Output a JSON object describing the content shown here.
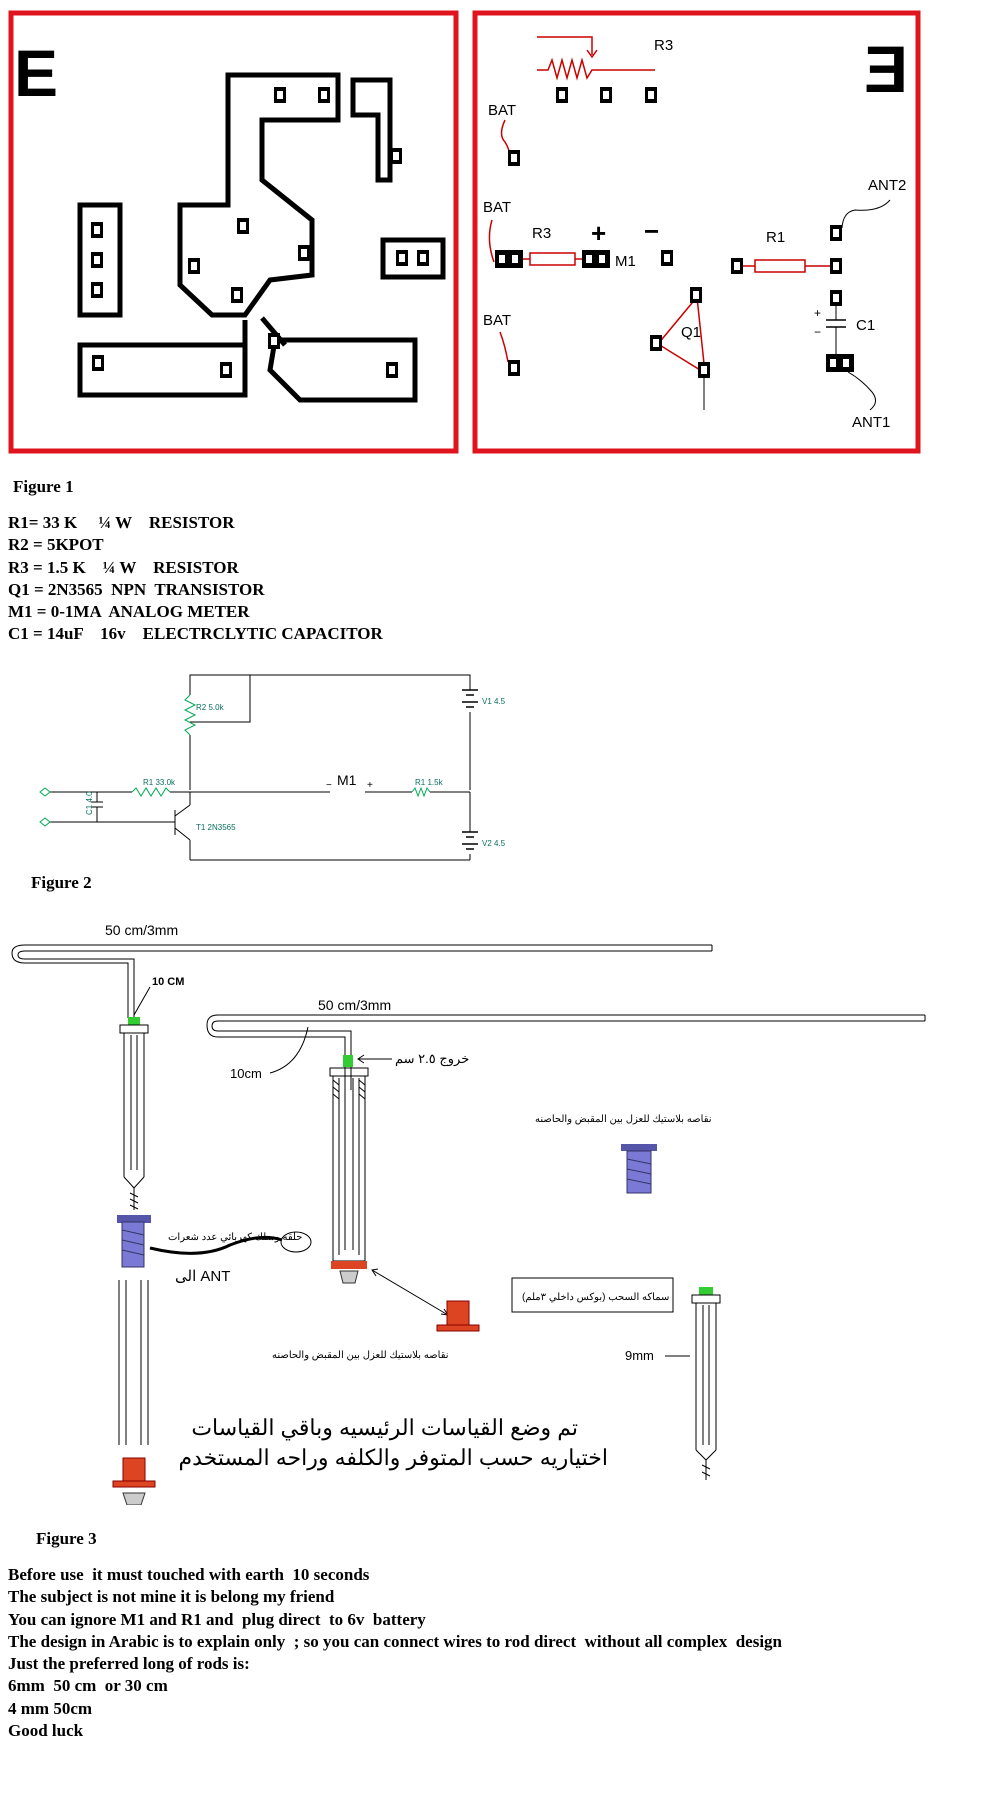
{
  "panel_left": {
    "mark": "E"
  },
  "panel_right": {
    "mark": "Ǝ",
    "labels": {
      "r3_pot": "R3",
      "bat1": "BAT",
      "bat2": "BAT",
      "bat3": "BAT",
      "r3": "R3",
      "plus": "+",
      "minus": "−",
      "m1": "M1",
      "r1": "R1",
      "q1": "Q1",
      "ant2": "ANT2",
      "ant1": "ANT1",
      "c1": "C1",
      "cplus": "+",
      "cminus": "−"
    }
  },
  "figure1_caption": "Figure 1",
  "parts_list": [
    "R1= 33 K     ¼ W    RESISTOR",
    "R2 = 5KPOT",
    "R3 = 1.5 K    ¼ W    RESISTOR",
    "Q1 = 2N3565  NPN  TRANSISTOR",
    "M1 = 0-1MA  ANALOG METER",
    "C1 = 14uF    16v    ELECTRCLYTIC CAPACITOR"
  ],
  "figure2": {
    "caption": "Figure 2",
    "labels": {
      "r2": "R2 5.0k",
      "v1": "V1 4.5",
      "c1": "C1 4.0",
      "r1": "R1 33.0k",
      "m1": "M1",
      "m1_minus": "−",
      "m1_plus": "+",
      "r3": "R1 1.5k",
      "t1": "T1 2N3565",
      "v2": "V2 4.5"
    }
  },
  "figure3": {
    "caption": "Figure 3",
    "labels": {
      "rod1_len": "50 cm/3mm",
      "rod1_bend": "10 CM",
      "rod2_len": "50 cm/3mm",
      "rod2_bend": "10cm",
      "exit": "خروج ٢.٥ سم",
      "spacer_top": "نقاصه بلاستيك للعزل بين المقبض والحاصنه",
      "ring": "حلقه وسلك كهربائي عدد شعرات",
      "ant": "الى ANT",
      "spacer_bottom": "نقاصه بلاستيك للعزل بين المقبض والحاصنه",
      "box": "(بوكس داخلي ٣ملم) سماكه السحب",
      "diam": "9mm",
      "note_line1": "تم وضع القياسات الرئيسيه وباقي القياسات",
      "note_line2": "اختياريه حسب المتوفر والكلفه وراحه المستخدم"
    }
  },
  "notes": [
    "Before use  it must touched with earth  10 seconds",
    "The subject is not mine it is belong my friend",
    "You can ignore M1 and R1 and  plug direct  to 6v  battery",
    "The design in Arabic is to explain only  ; so you can connect wires to rod direct  without all complex  design",
    "Just the preferred long of rods is:",
    "6mm  50 cm  or 30 cm",
    "4 mm 50cm",
    "Good luck"
  ]
}
